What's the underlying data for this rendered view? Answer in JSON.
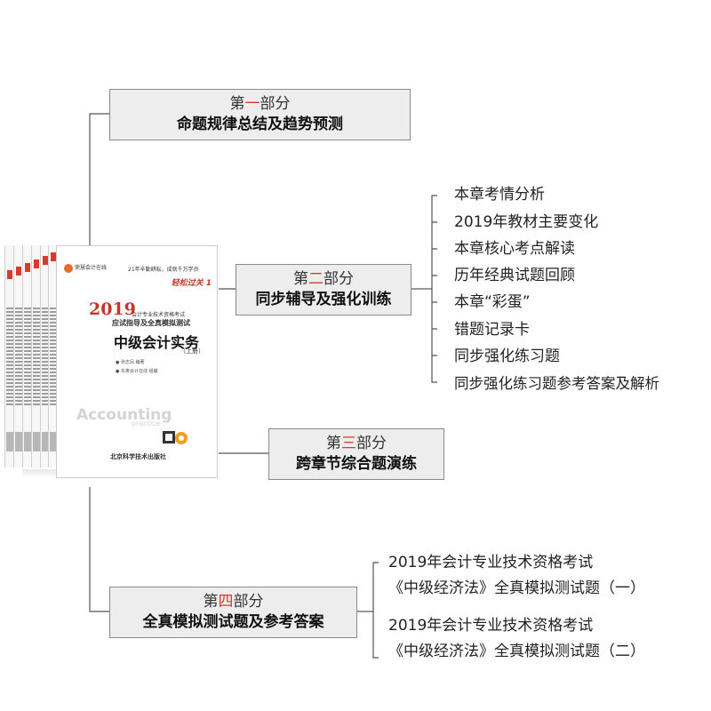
{
  "parts": [
    {
      "prefix": "第",
      "highlight": "一",
      "suffix": "部分",
      "title": "命题规律总结及趋势预测"
    },
    {
      "prefix": "第",
      "highlight": "二",
      "suffix": "部分",
      "title": "同步辅导及强化训练"
    },
    {
      "prefix": "第",
      "highlight": "三",
      "suffix": "部分",
      "title": "跨章节综合题演练"
    },
    {
      "prefix": "第",
      "highlight": "四",
      "suffix": "部分",
      "title": "全真模拟测试题及参考答案"
    }
  ],
  "part2_items": [
    "本章考情分析",
    "2019年教材主要变化",
    "本章核心考点解读",
    "历年经典试题回顾",
    "本章“彩蛋”",
    "错题记录卡",
    "同步强化练习题",
    "同步强化练习题参考答案及解析"
  ],
  "part4_items": [
    {
      "line1": "2019年会计专业技术资格考试",
      "line2": "《中级经济法》全真模拟测试题（一）"
    },
    {
      "line1": "2019年会计专业技术资格考试",
      "line2": "《中级经济法》全真模拟测试题（二）"
    }
  ],
  "book": {
    "publisher": "荣慧会计在线",
    "slogan": "21年辛勤耕耘，成就千万学员",
    "brand": "轻松过关 1",
    "year": "2019",
    "subtitle1": "会计专业技术资格考试",
    "subtitle2": "应试指导及全真模拟测试",
    "title": "中级会计实务",
    "volume": "（上册）",
    "author1": "● 张志凤 编著",
    "author2": "● 东奥会计在线 组编",
    "watermark": "Accounting",
    "watermark2": "practice",
    "press": "北京科学技术出版社"
  },
  "colors": {
    "highlight": "#d93a2b",
    "box_fill": "#ededed",
    "box_border": "#8a8a8a",
    "line": "#555555"
  }
}
